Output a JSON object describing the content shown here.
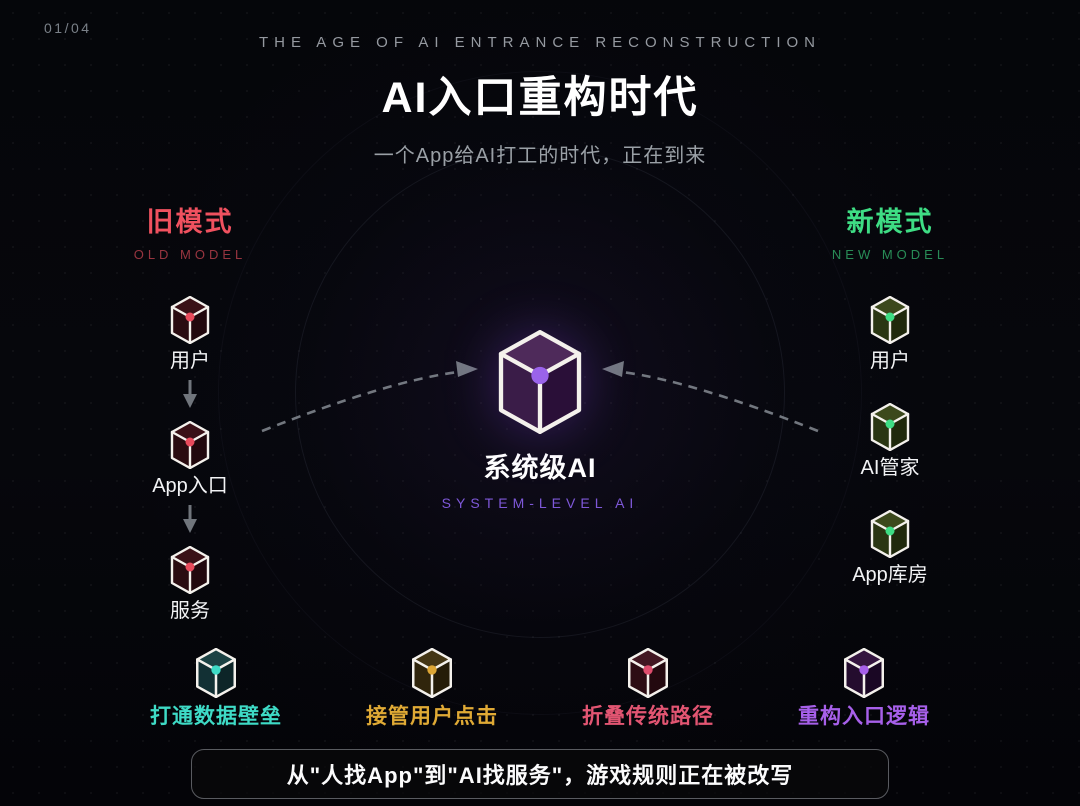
{
  "page": {
    "indicator": "01/04"
  },
  "header": {
    "eyebrow": "THE AGE OF AI ENTRANCE RECONSTRUCTION",
    "title": "AI入口重构时代",
    "subtitle": "一个App给AI打工的时代，正在到来"
  },
  "hub": {
    "label": "系统级AI",
    "sublabel": "SYSTEM-LEVEL AI",
    "accent_color": "#8b5cf6"
  },
  "columns": {
    "old": {
      "title": "旧模式",
      "subtitle": "OLD MODEL",
      "color": "#f0515f",
      "items": [
        {
          "label": "用户"
        },
        {
          "label": "App入口"
        },
        {
          "label": "服务"
        }
      ]
    },
    "new": {
      "title": "新模式",
      "subtitle": "NEW MODEL",
      "color": "#3edd84",
      "items": [
        {
          "label": "用户"
        },
        {
          "label": "AI管家"
        },
        {
          "label": "App库房"
        }
      ]
    }
  },
  "features": [
    {
      "label": "打通数据壁垒",
      "color": "#3edbc6"
    },
    {
      "label": "接管用户点击",
      "color": "#e0aa35"
    },
    {
      "label": "折叠传统路径",
      "color": "#e25572"
    },
    {
      "label": "重构入口逻辑",
      "color": "#a760ea"
    }
  ],
  "banner": {
    "text": "从\"人找App\"到\"AI找服务\"，游戏规则正在被改写"
  }
}
